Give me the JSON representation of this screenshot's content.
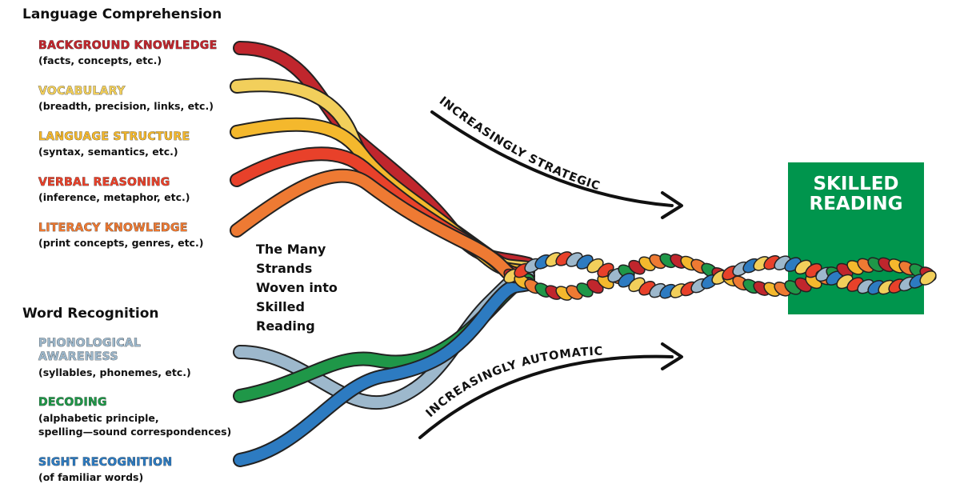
{
  "language_comprehension": {
    "title": "Language Comprehension",
    "strands": [
      {
        "name": "BACKGROUND KNOWLEDGE",
        "desc": "(facts, concepts, etc.)",
        "color": "#c0262d"
      },
      {
        "name": "VOCABULARY",
        "desc": "(breadth, precision, links, etc.)",
        "color": "#f2cf5b"
      },
      {
        "name": "LANGUAGE STRUCTURE",
        "desc": "(syntax, semantics, etc.)",
        "color": "#f4b82d"
      },
      {
        "name": "VERBAL REASONING",
        "desc": "(inference, metaphor, etc.)",
        "color": "#e8412a"
      },
      {
        "name": "LITERACY KNOWLEDGE",
        "desc": "(print concepts, genres, etc.)",
        "color": "#ee7a33"
      }
    ]
  },
  "word_recognition": {
    "title": "Word Recognition",
    "strands": [
      {
        "name_lines": [
          "PHONOLOGICAL",
          "AWARENESS"
        ],
        "desc": "(syllables, phonemes, etc.)",
        "color": "#9db8cc"
      },
      {
        "name_lines": [
          "DECODING"
        ],
        "desc_lines": [
          "(alphabetic principle,",
          "spelling—sound correspondences)"
        ],
        "color": "#1f9748"
      },
      {
        "name_lines": [
          "SIGHT RECOGNITION"
        ],
        "desc": "(of familiar words)",
        "color": "#2d7bc1"
      }
    ]
  },
  "caption_lines": [
    "The Many",
    "Strands",
    "Woven into",
    "Skilled",
    "Reading"
  ],
  "arrows": {
    "strategic": "INCREASINGLY STRATEGIC",
    "automatic": "INCREASINGLY AUTOMATIC"
  },
  "result": {
    "lines": [
      "SKILLED",
      "READING"
    ],
    "color": "#00954d"
  }
}
